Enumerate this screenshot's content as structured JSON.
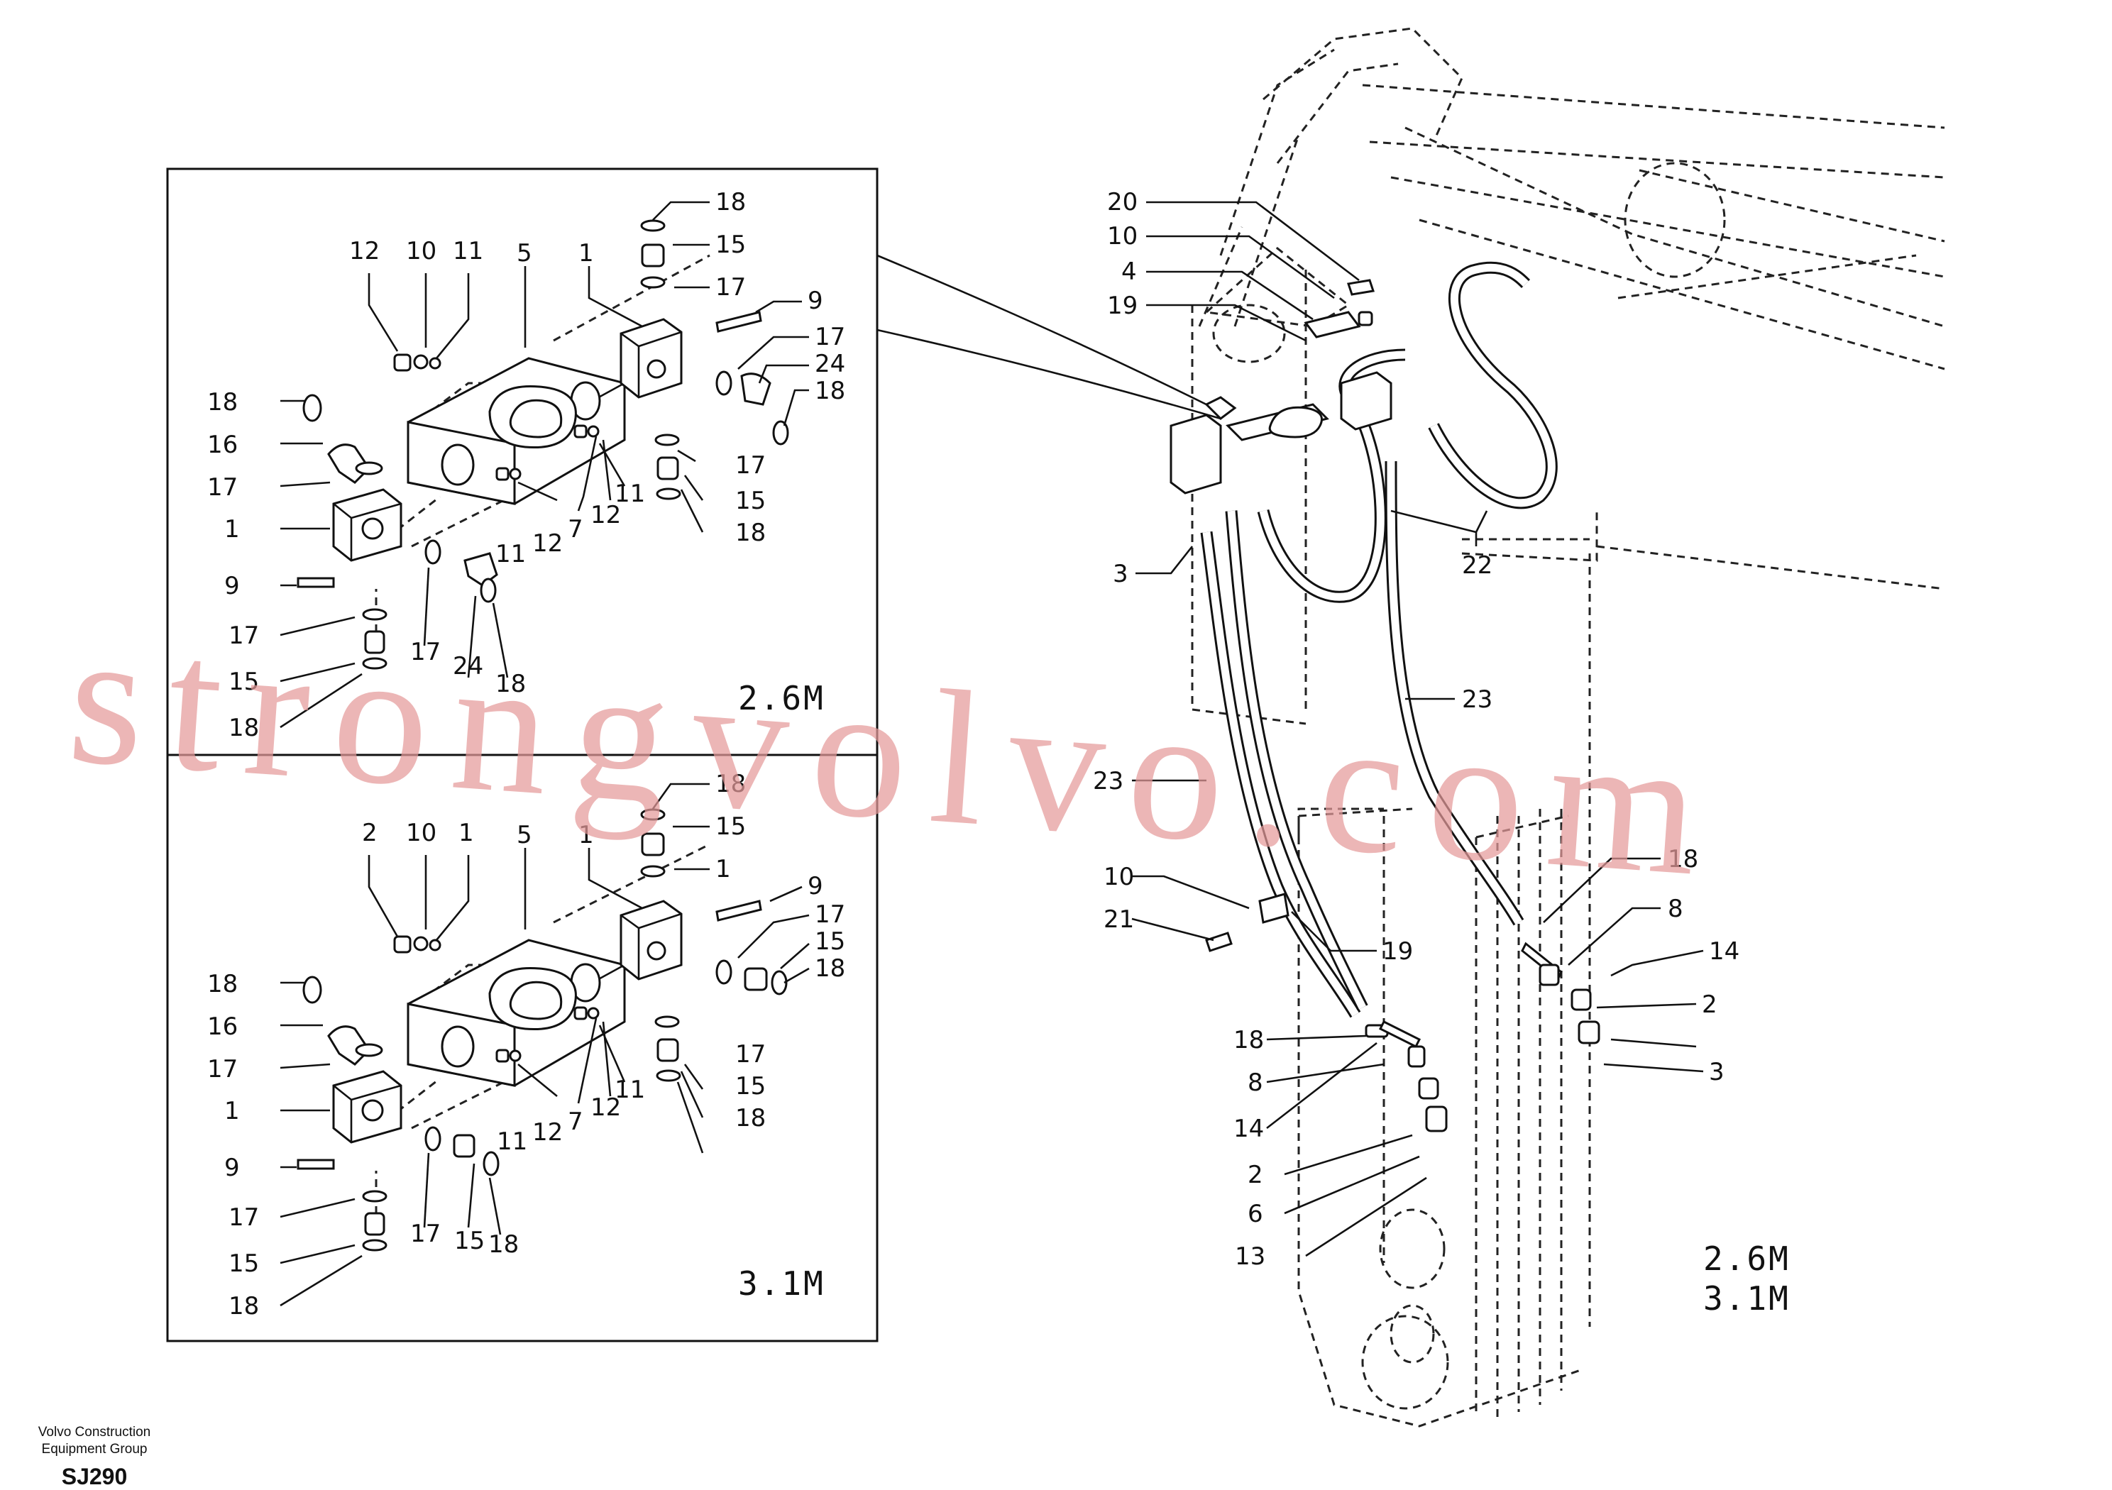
{
  "diagram": {
    "inset_top": {
      "size_label": "2.6M"
    },
    "inset_bottom": {
      "size_label": "3.1M"
    },
    "main_size_labels": [
      "2.6M",
      "3.1M"
    ],
    "callouts": {
      "top": [
        "18",
        "15",
        "17",
        "9",
        "17",
        "24",
        "18",
        "12",
        "10",
        "11",
        "5",
        "1",
        "18",
        "16",
        "17",
        "1",
        "9",
        "17",
        "15",
        "18",
        "17",
        "24",
        "18",
        "11",
        "12",
        "7",
        "12",
        "11",
        "17",
        "15",
        "18"
      ],
      "bottom": [
        "18",
        "15",
        "1",
        "9",
        "17",
        "15",
        "18",
        "2",
        "10",
        "1",
        "5",
        "1",
        "18",
        "16",
        "17",
        "1",
        "9",
        "17",
        "15",
        "18",
        "17",
        "15",
        "18",
        "11",
        "12",
        "7",
        "12",
        "11",
        "17",
        "15",
        "18"
      ],
      "main": [
        "20",
        "10",
        "4",
        "19",
        "3",
        "22",
        "23",
        "23",
        "10",
        "21",
        "19",
        "18",
        "8",
        "14",
        "2",
        "6",
        "13",
        "18",
        "8",
        "14",
        "2",
        "3"
      ]
    }
  },
  "footer": {
    "company_line1": "Volvo Construction",
    "company_line2": "Equipment Group",
    "code": "SJ290"
  },
  "watermark": "strongvolvo.com"
}
